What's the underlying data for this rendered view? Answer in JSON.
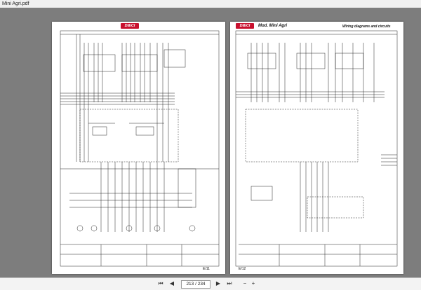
{
  "app": {
    "title": "Mini Agri.pdf"
  },
  "pages": {
    "left": {
      "page_label": "E/11",
      "header_right": ""
    },
    "right": {
      "brand": "DIECI",
      "model": "Mod. Mini Agri",
      "section": "Wiring diagrams and circuits",
      "page_label": "E/12"
    }
  },
  "left_logo": "DIECI",
  "toolbar": {
    "page_indicator": "213 / 234",
    "first_icon": "first-page-icon",
    "prev_icon": "prev-page-icon",
    "next_icon": "next-page-icon",
    "last_icon": "last-page-icon",
    "zoom_out_icon": "zoom-out-icon",
    "zoom_in_icon": "zoom-in-icon"
  },
  "colors": {
    "logo": "#c8102e",
    "viewer_bg": "#7d7d7d"
  }
}
